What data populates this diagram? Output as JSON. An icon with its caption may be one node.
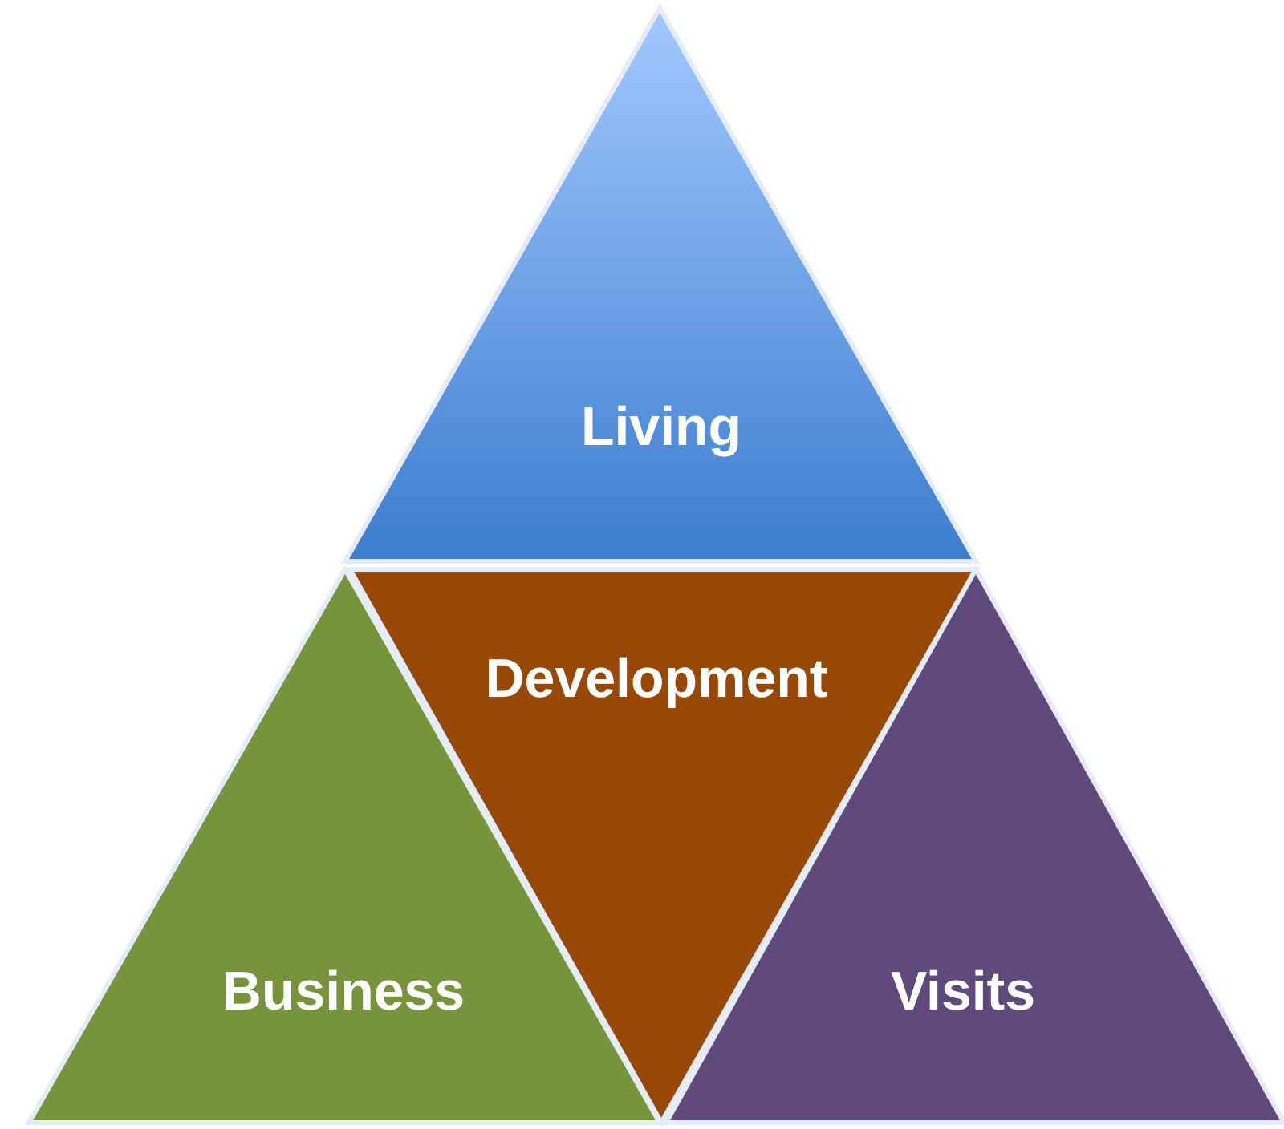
{
  "diagram": {
    "nodes": [
      {
        "text": [
          "Living"
        ]
      },
      {
        "text": [
          "Business"
        ]
      },
      {
        "text": [
          "Development"
        ]
      },
      {
        "text": [
          "Visits"
        ]
      }
    ]
  }
}
